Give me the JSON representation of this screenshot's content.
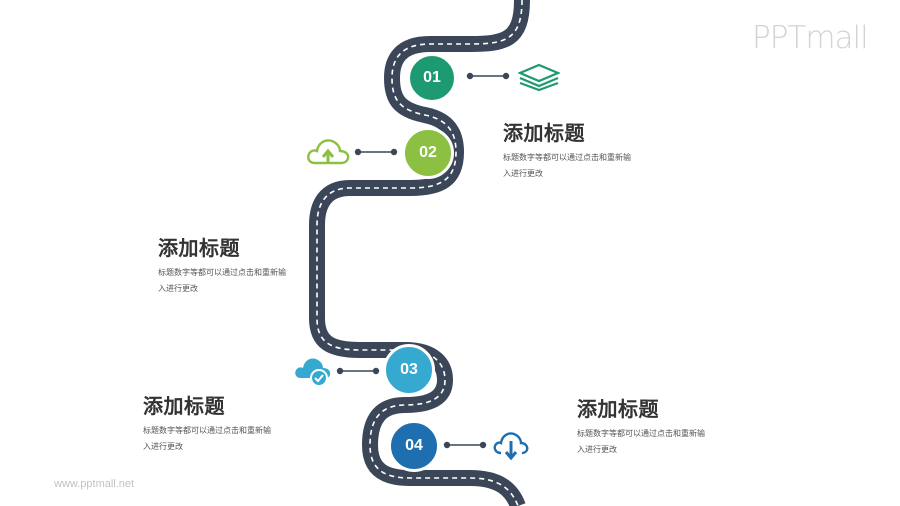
{
  "brand": {
    "logo_text": "PPTmall",
    "footer_url": "www.pptmall.net"
  },
  "colors": {
    "road": "#3b4759",
    "road_dash": "#ffffff",
    "step1": "#1e9a72",
    "step2": "#8cc043",
    "step3": "#35a9d0",
    "step4": "#1f6fb0",
    "connector": "#3b4759",
    "title_text": "#333333",
    "desc_text": "#555555"
  },
  "steps": [
    {
      "number": "01",
      "icon": "layers-icon",
      "color": "#1e9a72",
      "title": "添加标题",
      "description": "标题数字等都可以通过点击和重新输入进行更改"
    },
    {
      "number": "02",
      "icon": "cloud-upload-icon",
      "color": "#8cc043",
      "title": "添加标题",
      "description": "标题数字等都可以通过点击和重新输入进行更改"
    },
    {
      "number": "03",
      "icon": "cloud-check-icon",
      "color": "#35a9d0",
      "title": "添加标题",
      "description": "标题数字等都可以通过点击和重新输入进行更改"
    },
    {
      "number": "04",
      "icon": "cloud-download-icon",
      "color": "#1f6fb0",
      "title": "添加标题",
      "description": "标题数字等都可以通过点击和重新输入进行更改"
    }
  ]
}
